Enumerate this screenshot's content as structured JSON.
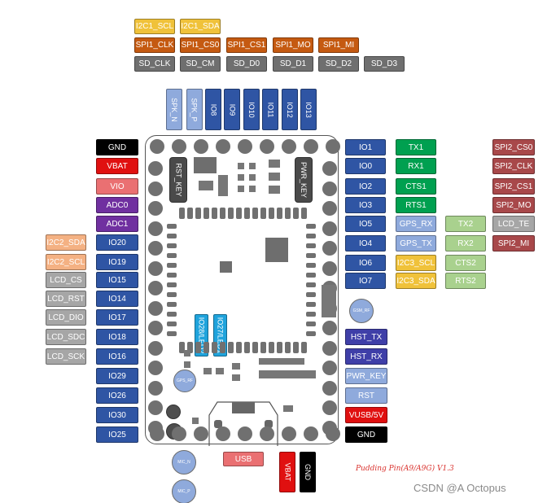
{
  "colors": {
    "yellow": "#f0c23a",
    "orange": "#c55a11",
    "gray": "#6f6f6f",
    "lightblue": "#8faadc",
    "blue": "#2f55a4",
    "black": "#000000",
    "red": "#e01010",
    "pink": "#ea7072",
    "purple": "#7030a0",
    "salmon": "#f4b183",
    "silver": "#a6a6a6",
    "navy": "#3f3fa8",
    "green": "#00a050",
    "lightgreen": "#a9d18e",
    "brownred": "#a8484a"
  },
  "top_row1": [
    {
      "label": "I2C1_SCL",
      "color": "yellow"
    },
    {
      "label": "I2C1_SDA",
      "color": "yellow"
    }
  ],
  "top_row2": [
    {
      "label": "SPI1_CLK",
      "color": "orange"
    },
    {
      "label": "SPI1_CS0",
      "color": "orange"
    },
    {
      "label": "SPI1_CS1",
      "color": "orange"
    },
    {
      "label": "SPI1_MO",
      "color": "orange"
    },
    {
      "label": "SPI1_MI",
      "color": "orange"
    }
  ],
  "top_row3": [
    {
      "label": "SD_CLK",
      "color": "gray"
    },
    {
      "label": "SD_CM",
      "color": "gray"
    },
    {
      "label": "SD_D0",
      "color": "gray"
    },
    {
      "label": "SD_D1",
      "color": "gray"
    },
    {
      "label": "SD_D2",
      "color": "gray"
    },
    {
      "label": "SD_D3",
      "color": "gray"
    }
  ],
  "top_vertical": [
    {
      "label": "SPK_N",
      "color": "lightblue"
    },
    {
      "label": "SPK_P",
      "color": "lightblue"
    },
    {
      "label": "IO8",
      "color": "blue"
    },
    {
      "label": "IO9",
      "color": "blue"
    },
    {
      "label": "IO10",
      "color": "blue"
    },
    {
      "label": "IO11",
      "color": "blue"
    },
    {
      "label": "IO12",
      "color": "blue"
    },
    {
      "label": "IO13",
      "color": "blue"
    }
  ],
  "left_power": [
    {
      "label": "GND",
      "color": "black"
    },
    {
      "label": "VBAT",
      "color": "red"
    },
    {
      "label": "VIO",
      "color": "pink"
    },
    {
      "label": "ADC0",
      "color": "purple"
    },
    {
      "label": "ADC1",
      "color": "purple"
    }
  ],
  "left_func": [
    {
      "label": "I2C2_SDA",
      "color": "salmon"
    },
    {
      "label": "I2C2_SCL",
      "color": "salmon"
    },
    {
      "label": "LCD_CS",
      "color": "silver"
    },
    {
      "label": "LCD_RST",
      "color": "silver"
    },
    {
      "label": "LCD_DIO",
      "color": "silver"
    },
    {
      "label": "LCD_SDC",
      "color": "silver"
    },
    {
      "label": "LCD_SCK",
      "color": "silver"
    }
  ],
  "left_io": [
    {
      "label": "IO20",
      "color": "blue"
    },
    {
      "label": "IO19",
      "color": "blue"
    },
    {
      "label": "IO15",
      "color": "blue"
    },
    {
      "label": "IO14",
      "color": "blue"
    },
    {
      "label": "IO17",
      "color": "blue"
    },
    {
      "label": "IO18",
      "color": "blue"
    },
    {
      "label": "IO16",
      "color": "blue"
    },
    {
      "label": "IO29",
      "color": "blue"
    },
    {
      "label": "IO26",
      "color": "blue"
    },
    {
      "label": "IO30",
      "color": "blue"
    },
    {
      "label": "IO25",
      "color": "blue"
    }
  ],
  "right_io": [
    {
      "label": "IO1",
      "color": "blue"
    },
    {
      "label": "IO0",
      "color": "blue"
    },
    {
      "label": "IO2",
      "color": "blue"
    },
    {
      "label": "IO3",
      "color": "blue"
    },
    {
      "label": "IO5",
      "color": "blue"
    },
    {
      "label": "IO4",
      "color": "blue"
    },
    {
      "label": "IO6",
      "color": "blue"
    },
    {
      "label": "IO7",
      "color": "blue"
    }
  ],
  "right_col2": [
    {
      "label": "TX1",
      "color": "green"
    },
    {
      "label": "RX1",
      "color": "green"
    },
    {
      "label": "CTS1",
      "color": "green"
    },
    {
      "label": "RTS1",
      "color": "green"
    },
    {
      "label": "GPS_RX",
      "color": "lightblue"
    },
    {
      "label": "GPS_TX",
      "color": "lightblue"
    },
    {
      "label": "I2C3_SCL",
      "color": "yellow"
    },
    {
      "label": "I2C3_SDA",
      "color": "yellow"
    }
  ],
  "right_col3": [
    {
      "label": "TX2",
      "color": "lightgreen"
    },
    {
      "label": "RX2",
      "color": "lightgreen"
    },
    {
      "label": "CTS2",
      "color": "lightgreen"
    },
    {
      "label": "RTS2",
      "color": "lightgreen"
    }
  ],
  "right_col4": [
    {
      "label": "SPI2_CS0",
      "color": "brownred"
    },
    {
      "label": "SPI2_CLK",
      "color": "brownred"
    },
    {
      "label": "SPI2_CS1",
      "color": "brownred"
    },
    {
      "label": "SPI2_MO",
      "color": "brownred"
    },
    {
      "label": "LCD_TE",
      "color": "silver"
    },
    {
      "label": "SPI2_MI",
      "color": "brownred"
    }
  ],
  "right_lower": [
    {
      "label": "HST_TX",
      "color": "navy"
    },
    {
      "label": "HST_RX",
      "color": "navy"
    },
    {
      "label": "PWR_KEY",
      "color": "lightblue"
    },
    {
      "label": "RST",
      "color": "lightblue"
    },
    {
      "label": "VUSB/5V",
      "color": "red"
    },
    {
      "label": "GND",
      "color": "black"
    }
  ],
  "board_labels": {
    "rst_key": "RST_KEY",
    "pwr_key": "PWR_KEY",
    "io28": "IO28/LED2",
    "io27": "IO27/LED1",
    "gps_rf": "GPS_RF",
    "gsm_rf": "GSM_RF",
    "mic_n": "MIC_N",
    "mic_p": "MIC_P"
  },
  "bottom": {
    "usb": "USB",
    "vbat": "VBAT",
    "gnd": "GND"
  },
  "caption": "Pudding Pin(A9/A9G) V1.3",
  "watermark": "CSDN @A   Octopus"
}
